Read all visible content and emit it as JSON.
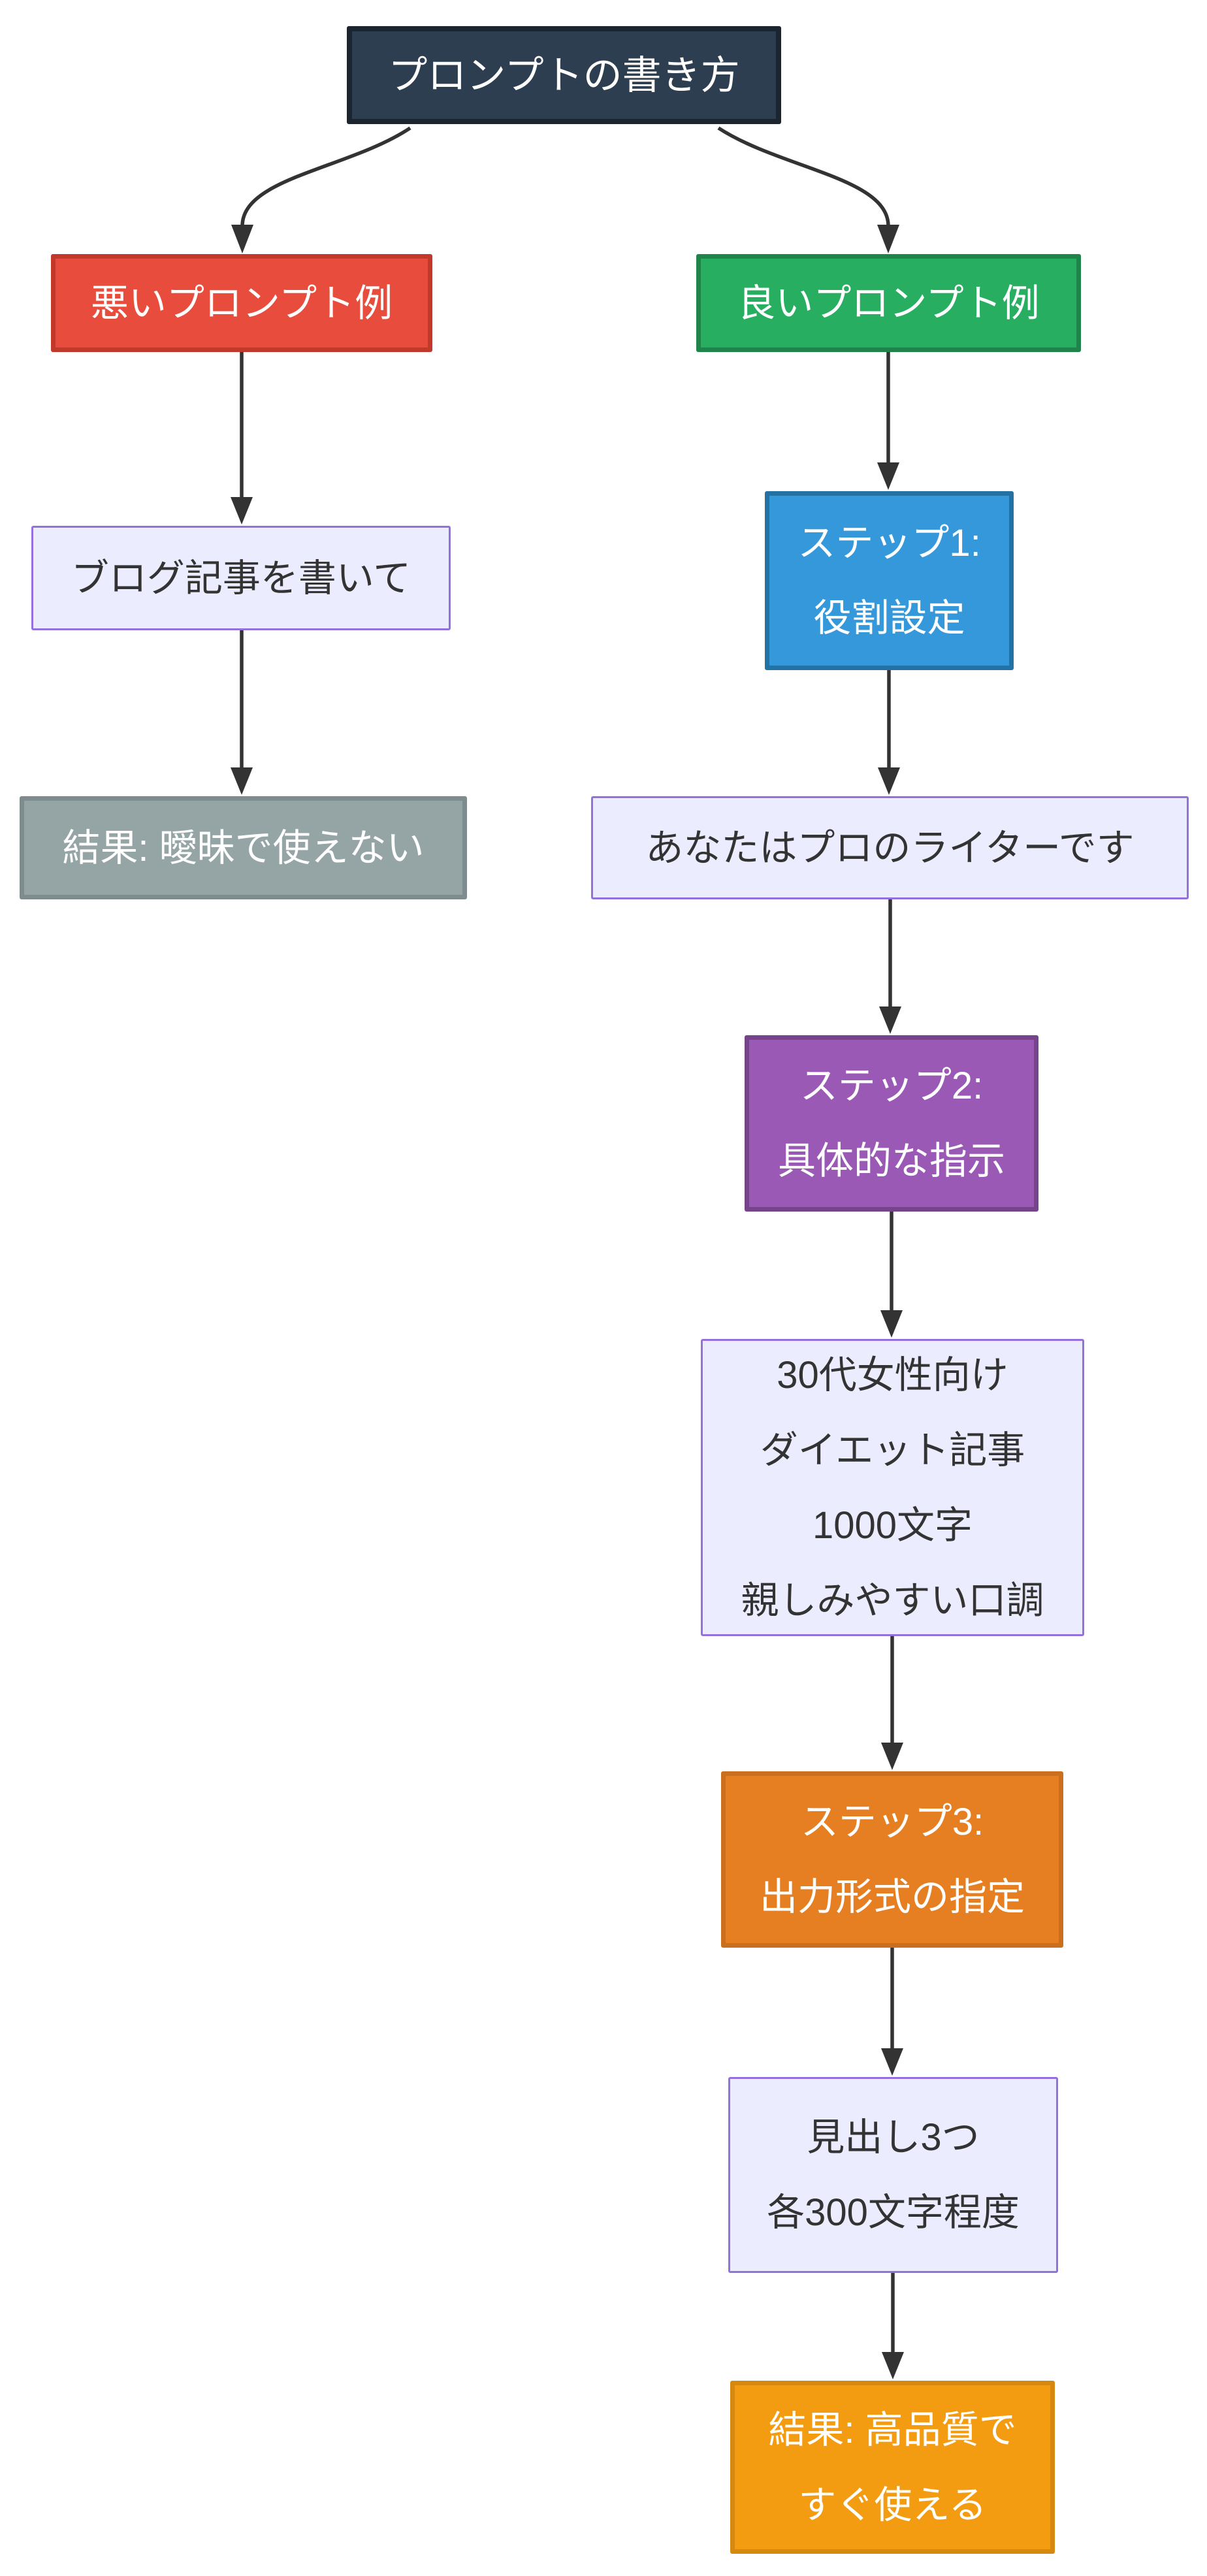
{
  "diagram": {
    "type": "flowchart",
    "direction": "top-down"
  },
  "nodes": {
    "title": {
      "label": "プロンプトの書き方"
    },
    "bad": {
      "label": "悪いプロンプト例"
    },
    "good": {
      "label": "良いプロンプト例"
    },
    "bad_prompt": {
      "label": "ブログ記事を書いて"
    },
    "bad_result": {
      "label": "結果: 曖昧で使えない"
    },
    "step1": {
      "lines": [
        "ステップ1:",
        "役割設定"
      ]
    },
    "step1_example": {
      "label": "あなたはプロのライターです"
    },
    "step2": {
      "lines": [
        "ステップ2:",
        "具体的な指示"
      ]
    },
    "step2_example": {
      "lines": [
        "30代女性向け",
        "ダイエット記事",
        "1000文字",
        "親しみやすい口調"
      ]
    },
    "step3": {
      "lines": [
        "ステップ3:",
        "出力形式の指定"
      ]
    },
    "step3_example": {
      "lines": [
        "見出し3つ",
        "各300文字程度"
      ]
    },
    "good_result": {
      "lines": [
        "結果: 高品質で",
        "すぐ使える"
      ]
    }
  },
  "edges": [
    {
      "from": "title",
      "to": "bad"
    },
    {
      "from": "title",
      "to": "good"
    },
    {
      "from": "bad",
      "to": "bad_prompt"
    },
    {
      "from": "bad_prompt",
      "to": "bad_result"
    },
    {
      "from": "good",
      "to": "step1"
    },
    {
      "from": "step1",
      "to": "step1_example"
    },
    {
      "from": "step1_example",
      "to": "step2"
    },
    {
      "from": "step2",
      "to": "step2_example"
    },
    {
      "from": "step2_example",
      "to": "step3"
    },
    {
      "from": "step3",
      "to": "step3_example"
    },
    {
      "from": "step3_example",
      "to": "good_result"
    }
  ],
  "colors": {
    "edge": "#333333",
    "title-fill": "#2c3e50",
    "title-stroke": "#1a252f",
    "bad-fill": "#e74c3c",
    "bad-stroke": "#c0392b",
    "good-fill": "#27ae60",
    "good-stroke": "#1e8449",
    "step1-fill": "#3498db",
    "step1-stroke": "#2471a3",
    "step2-fill": "#9b59b6",
    "step2-stroke": "#76448a",
    "step3-fill": "#e67e22",
    "step3-stroke": "#ca6f1e",
    "result-fill": "#f39c12",
    "result-stroke": "#d68910",
    "gray-fill": "#95a5a6",
    "gray-stroke": "#7f8c8d",
    "detail-fill": "#ececff",
    "detail-stroke": "#9370db"
  }
}
